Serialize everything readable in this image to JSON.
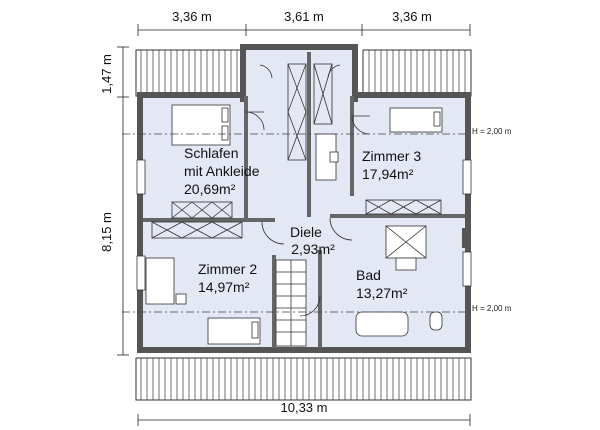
{
  "dimensions": {
    "top": [
      "3,36 m",
      "3,61 m",
      "3,36 m"
    ],
    "left": [
      "1,47 m",
      "8,15 m"
    ],
    "bottom": "10,33 m"
  },
  "rooms": {
    "schlafen": {
      "line1": "Schlafen",
      "line2": "mit Ankleide",
      "area": "20,69m²"
    },
    "zimmer3": {
      "name": "Zimmer 3",
      "area": "17,94m²"
    },
    "diele": {
      "name": "Diele",
      "area": "2,93m²"
    },
    "zimmer2": {
      "name": "Zimmer 2",
      "area": "14,97m²"
    },
    "bad": {
      "name": "Bad",
      "area": "13,27m²"
    }
  },
  "height_markers": [
    "H = 2,00 m",
    "H = 2,00 m"
  ],
  "colors": {
    "room_fill": "#e3e8f4",
    "wall": "#555555",
    "roof": "#ffffff",
    "line": "#222222"
  }
}
